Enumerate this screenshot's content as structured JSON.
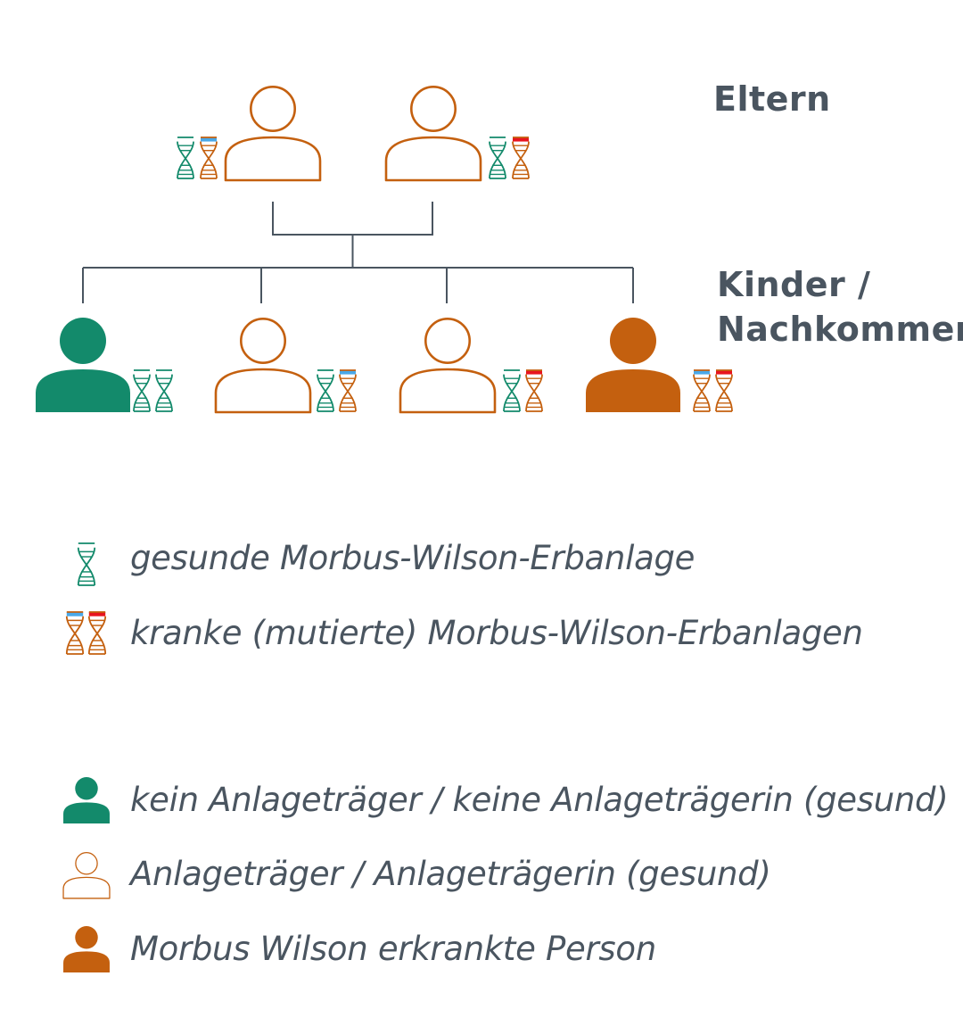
{
  "labels": {
    "parents": "Eltern",
    "children_line1": "Kinder /",
    "children_line2": "Nachkommen"
  },
  "colors": {
    "orange": "#c4600f",
    "green": "#138a6b",
    "blue": "#4aa8e8",
    "red": "#e8141e",
    "line": "#4a5560",
    "text": "#4a5560"
  },
  "parents": [
    {
      "status": "carrier",
      "chromosomes": [
        "healthy",
        "mutated-blue"
      ]
    },
    {
      "status": "carrier",
      "chromosomes": [
        "healthy",
        "mutated-red"
      ]
    }
  ],
  "children": [
    {
      "status": "healthy",
      "chromosomes": [
        "healthy",
        "healthy"
      ]
    },
    {
      "status": "carrier",
      "chromosomes": [
        "healthy",
        "mutated-blue"
      ]
    },
    {
      "status": "carrier",
      "chromosomes": [
        "healthy",
        "mutated-red"
      ]
    },
    {
      "status": "affected",
      "chromosomes": [
        "mutated-blue",
        "mutated-red"
      ]
    }
  ],
  "legend": {
    "dna": [
      {
        "icon": "healthy-dna-icon",
        "text": "gesunde Morbus-Wilson-Erbanlage"
      },
      {
        "icon": "mutated-dna-icon",
        "text": "kranke (mutierte) Morbus-Wilson-Erbanlagen"
      }
    ],
    "persons": [
      {
        "icon": "healthy-person-icon",
        "text": "kein Anlageträger / keine Anlageträgerin (gesund)"
      },
      {
        "icon": "carrier-person-icon",
        "text": "Anlageträger / Anlageträgerin (gesund)"
      },
      {
        "icon": "affected-person-icon",
        "text": "Morbus Wilson erkrankte Person"
      }
    ]
  }
}
